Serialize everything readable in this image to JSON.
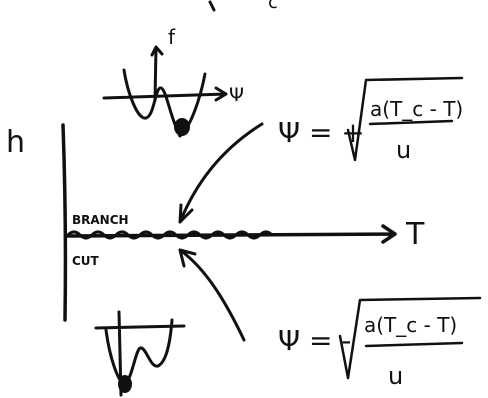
{
  "labels": {
    "top_fragment": "c",
    "axis_h": "h",
    "axis_T": "T",
    "potential_f": "f",
    "potential_psi": "Ψ",
    "branch_cut_line1": "BRANCH",
    "branch_cut_line2": "CUT"
  },
  "equations": {
    "upper": {
      "lhs": "Ψ = +",
      "numerator": "a(T_c - T)",
      "denominator": "u"
    },
    "lower": {
      "lhs": "Ψ = -",
      "numerator": "a(T_c - T)",
      "denominator": "u"
    }
  },
  "colors": {
    "ink": "#111111",
    "background": "#ffffff"
  }
}
